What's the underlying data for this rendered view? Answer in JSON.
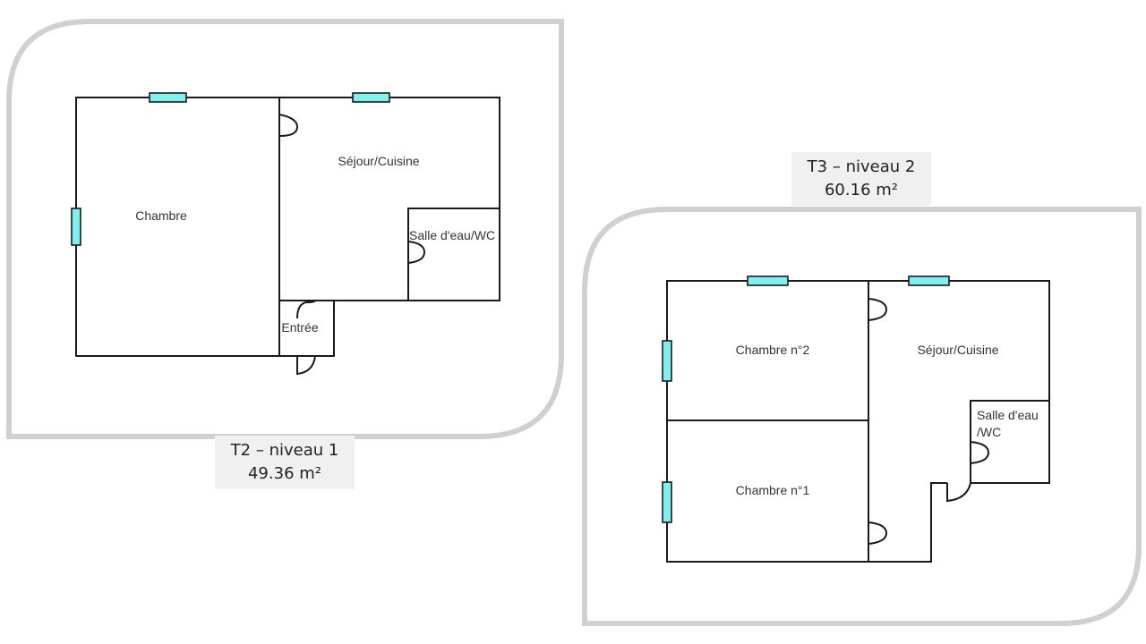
{
  "plans": {
    "t2": {
      "title": "T2 – niveau 1",
      "area": "49.36 m²",
      "rooms": {
        "chambre": "Chambre",
        "sejour": "Séjour/Cuisine",
        "salle_eau": "Salle d'eau/WC",
        "entree": "Entrée"
      }
    },
    "t3": {
      "title": "T3 – niveau 2",
      "area": "60.16 m²",
      "rooms": {
        "chambre2": "Chambre n°2",
        "chambre1": "Chambre n°1",
        "sejour": "Séjour/Cuisine",
        "salle_eau_line1": "Salle d'eau",
        "salle_eau_line2": "/WC"
      }
    }
  },
  "colors": {
    "window": "#7ff0f0",
    "wall": "#1a1a1a",
    "frame": "#d0d0d0",
    "caption_bg": "#f0f0f0"
  }
}
